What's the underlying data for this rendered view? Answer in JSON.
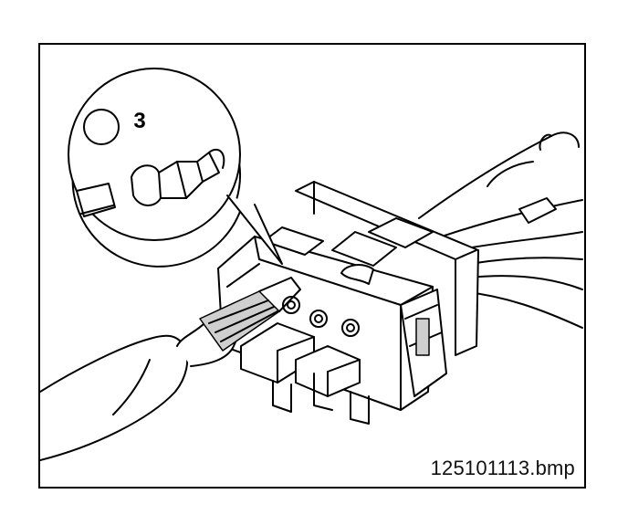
{
  "image": {
    "callout_label": "3",
    "filename": "125101113.bmp"
  },
  "colors": {
    "ink": "#000000",
    "paper": "#ffffff",
    "shade": "#cfcfcf"
  },
  "icons": {
    "callout": "circled-number",
    "tool": "screwdriver-icon"
  }
}
